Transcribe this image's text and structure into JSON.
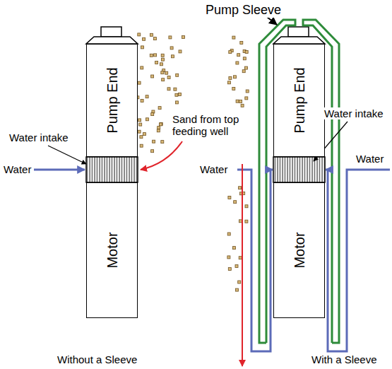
{
  "diagram": {
    "nodes": [
      {
        "text": [
          "Pump End"
        ]
      },
      {
        "text": [
          "Motor"
        ]
      },
      {
        "text": [
          "Pump End"
        ]
      },
      {
        "text": [
          "Motor"
        ]
      }
    ],
    "labels": [
      "Pump Sleeve",
      "Water intake",
      "Sand from top feeding well",
      "Water",
      "Water",
      "Water intake",
      "Water",
      "Without a Sleeve",
      "With a Sleeve"
    ]
  }
}
